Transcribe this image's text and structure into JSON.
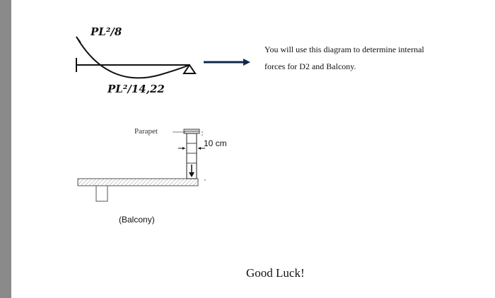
{
  "moment_diagram": {
    "negative_label": "PL²/8",
    "positive_label": "PL²/14,22"
  },
  "note": {
    "line1": "You will use this diagram  to determine internal",
    "line2": "forces for D2 and Balcony."
  },
  "balcony_diagram": {
    "parapet_label": "Parapet",
    "dimension_label": "10 cm",
    "caption": "(Balcony)"
  },
  "closing": "Good Luck!",
  "colors": {
    "arrow": "#0f2a4a",
    "background_margin": "#8a8a8a"
  }
}
